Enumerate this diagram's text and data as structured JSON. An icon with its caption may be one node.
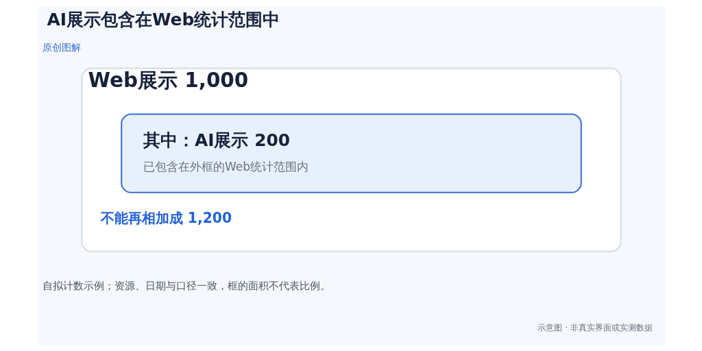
{
  "diagram": {
    "title": "AI展示包含在Web统计范围中",
    "nodes": [
      {
        "text": [
          "Web展示 1,000",
          "不能再相加成 1,200"
        ]
      },
      {
        "text": [
          "其中：AI展示 200",
          "已包含在外框的Web统计范围内"
        ],
        "in": 0
      }
    ],
    "labels": [
      "原创图解",
      "自拟计数示例；资源、日期与口径一致，框的面积不代表比例。",
      "示意图 · 非真实界面或实测数据"
    ]
  }
}
